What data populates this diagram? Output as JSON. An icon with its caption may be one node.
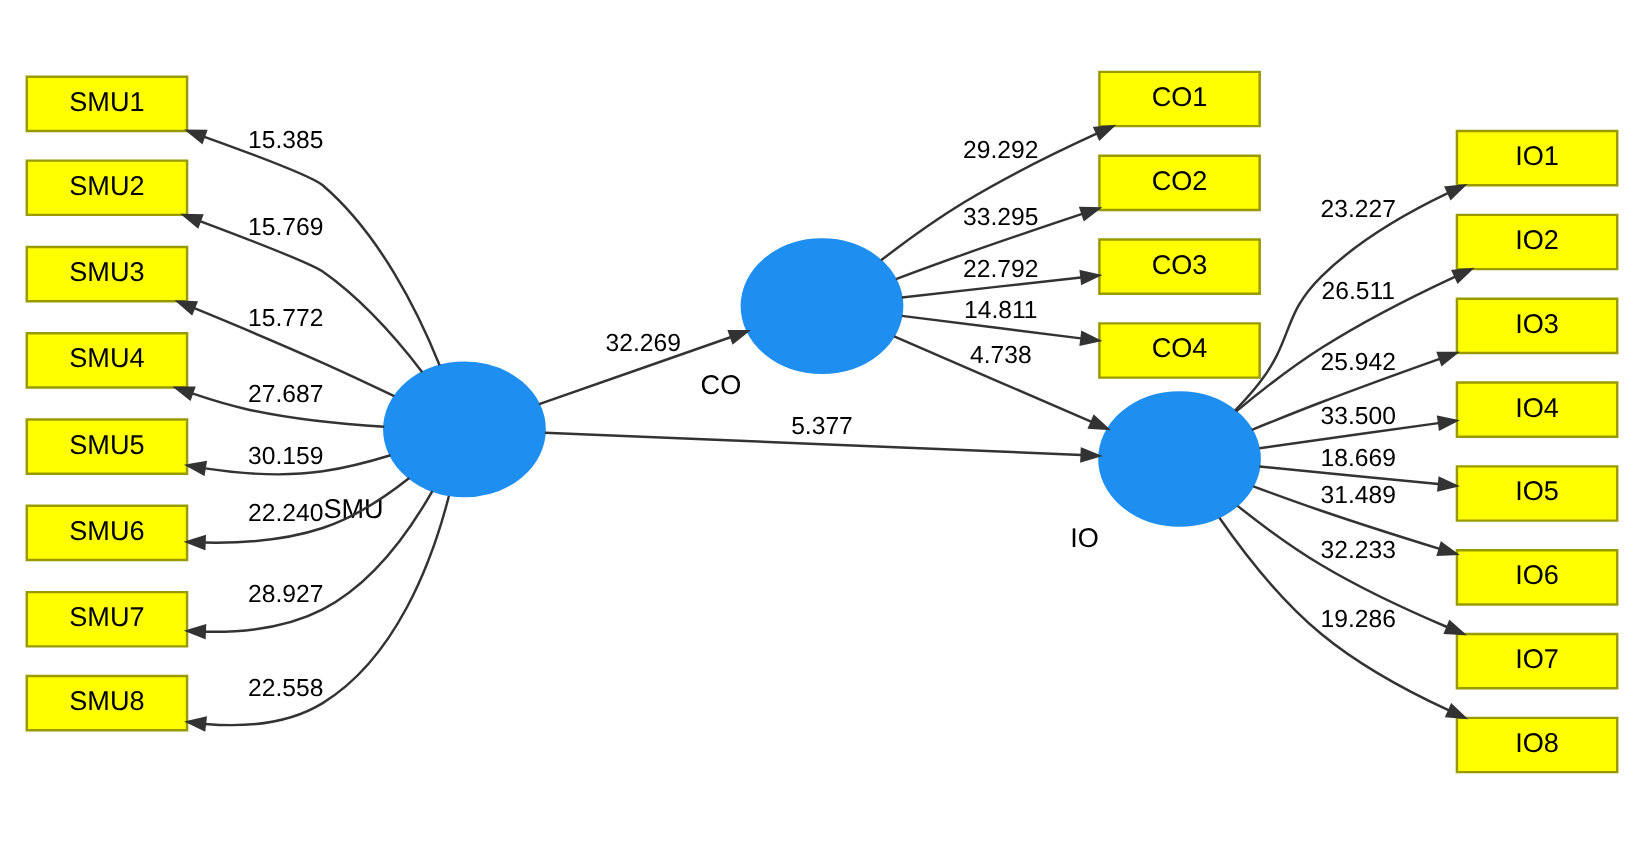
{
  "diagram": {
    "nodes": [
      {
        "text": [
          "CO1"
        ]
      },
      {
        "text": [
          "CO2"
        ]
      },
      {
        "text": [
          "CO3"
        ]
      },
      {
        "text": [
          "CO4"
        ]
      },
      {
        "text": [],
        "shape": "circle",
        "beside": [
          "CO"
        ]
      },
      {
        "text": [
          "SMU1"
        ]
      },
      {
        "text": [
          "SMU2"
        ]
      },
      {
        "text": [
          "SMU3"
        ]
      },
      {
        "text": [
          "SMU4"
        ]
      },
      {
        "text": [
          "SMU5"
        ]
      },
      {
        "text": [
          "SMU6"
        ]
      },
      {
        "text": [
          "SMU7"
        ]
      },
      {
        "text": [
          "SMU8"
        ]
      },
      {
        "text": [],
        "shape": "circle",
        "beside": [
          "SMU"
        ]
      },
      {
        "text": [
          "IO1"
        ]
      },
      {
        "text": [
          "IO2"
        ]
      },
      {
        "text": [
          "IO3"
        ]
      },
      {
        "text": [
          "IO4"
        ]
      },
      {
        "text": [
          "IO5"
        ]
      },
      {
        "text": [
          "IO6"
        ]
      },
      {
        "text": [
          "IO7"
        ]
      },
      {
        "text": [
          "IO8"
        ]
      },
      {
        "text": [],
        "shape": "circle",
        "beside": [
          "IO"
        ]
      }
    ],
    "edges": [
      {
        "from": 4,
        "to": 0,
        "arrow": "to",
        "label": "29.292"
      },
      {
        "from": 4,
        "to": 1,
        "arrow": "to",
        "label": "33.295"
      },
      {
        "from": 4,
        "to": 2,
        "arrow": "to",
        "label": "22.792"
      },
      {
        "from": 4,
        "to": 3,
        "arrow": "to",
        "label": "14.811"
      },
      {
        "from": 13,
        "to": 5,
        "arrow": "to",
        "label": "15.385"
      },
      {
        "from": 13,
        "to": 6,
        "arrow": "to",
        "label": "15.769"
      },
      {
        "from": 13,
        "to": 7,
        "arrow": "to",
        "label": "15.772"
      },
      {
        "from": 13,
        "to": 8,
        "arrow": "to",
        "label": "27.687"
      },
      {
        "from": 13,
        "to": 9,
        "arrow": "to",
        "label": "30.159"
      },
      {
        "from": 13,
        "to": 10,
        "arrow": "to",
        "label": "22.240"
      },
      {
        "from": 13,
        "to": 11,
        "arrow": "to",
        "label": "28.927"
      },
      {
        "from": 13,
        "to": 12,
        "arrow": "to",
        "label": "22.558"
      },
      {
        "from": 13,
        "to": 4,
        "arrow": "to",
        "label": "32.269"
      },
      {
        "from": 4,
        "to": 22,
        "arrow": "to",
        "label": "4.738"
      },
      {
        "from": 13,
        "to": 22,
        "arrow": "to",
        "label": "5.377"
      },
      {
        "from": 22,
        "to": 14,
        "arrow": "to",
        "label": "23.227"
      },
      {
        "from": 22,
        "to": 15,
        "arrow": "to",
        "label": "26.511"
      },
      {
        "from": 22,
        "to": 16,
        "arrow": "to",
        "label": "25.942"
      },
      {
        "from": 22,
        "to": 17,
        "arrow": "to",
        "label": "33.500"
      },
      {
        "from": 22,
        "to": 18,
        "arrow": "to",
        "label": "18.669"
      },
      {
        "from": 22,
        "to": 19,
        "arrow": "to",
        "label": "31.489"
      },
      {
        "from": 22,
        "to": 20,
        "arrow": "to",
        "label": "32.233"
      },
      {
        "from": 22,
        "to": 21,
        "arrow": "to",
        "label": "19.286"
      }
    ]
  }
}
